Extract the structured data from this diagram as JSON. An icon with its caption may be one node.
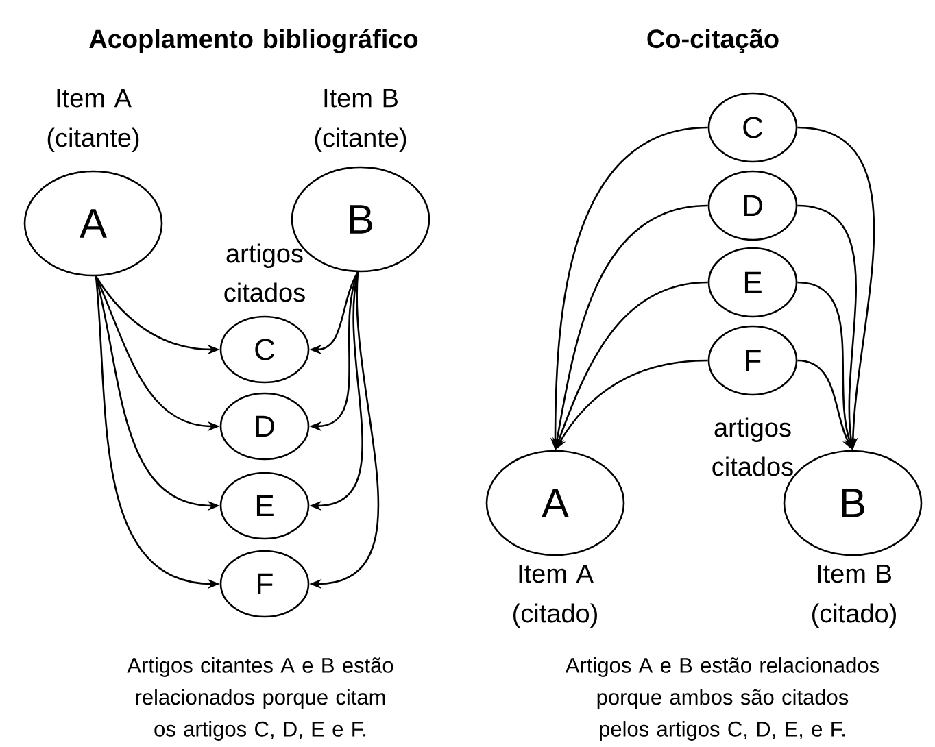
{
  "diagram": {
    "nodes": [
      {
        "text": [
          "A"
        ],
        "beside": [
          "Item A (citante)"
        ]
      },
      {
        "text": [
          "B"
        ],
        "beside": [
          "Item B (citante)"
        ]
      },
      {
        "text": [
          "C"
        ]
      },
      {
        "text": [
          "D"
        ]
      },
      {
        "text": [
          "E"
        ]
      },
      {
        "text": [
          "F"
        ]
      },
      {
        "text": [
          "C"
        ]
      },
      {
        "text": [
          "D"
        ]
      },
      {
        "text": [
          "E"
        ]
      },
      {
        "text": [
          "F"
        ]
      },
      {
        "text": [
          "A"
        ],
        "beside": [
          "Item A (citado)"
        ]
      },
      {
        "text": [
          "B"
        ],
        "beside": [
          "Item B (citado)"
        ]
      }
    ],
    "edges": [
      {
        "from": 0,
        "to": 2,
        "arrow": "to"
      },
      {
        "from": 0,
        "to": 3,
        "arrow": "to"
      },
      {
        "from": 0,
        "to": 4,
        "arrow": "to"
      },
      {
        "from": 0,
        "to": 5,
        "arrow": "to"
      },
      {
        "from": 1,
        "to": 2,
        "arrow": "to"
      },
      {
        "from": 1,
        "to": 3,
        "arrow": "to"
      },
      {
        "from": 1,
        "to": 4,
        "arrow": "to"
      },
      {
        "from": 1,
        "to": 5,
        "arrow": "to"
      },
      {
        "from": 6,
        "to": 10,
        "arrow": "to"
      },
      {
        "from": 7,
        "to": 10,
        "arrow": "to"
      },
      {
        "from": 8,
        "to": 10,
        "arrow": "to"
      },
      {
        "from": 9,
        "to": 10,
        "arrow": "to"
      },
      {
        "from": 6,
        "to": 11,
        "arrow": "to"
      },
      {
        "from": 7,
        "to": 11,
        "arrow": "to"
      },
      {
        "from": 8,
        "to": 11,
        "arrow": "to"
      },
      {
        "from": 9,
        "to": 11,
        "arrow": "to"
      }
    ],
    "labels": [
      "Acoplamento bibliográfico",
      "Co-citação",
      "artigos citados",
      "artigos citados",
      "Artigos citantes A e B estão relacionados porque citam os artigos C, D, E e F.",
      "Artigos A e B estão relacionados porque ambos são citados pelos artigos C, D, E, e F."
    ]
  }
}
